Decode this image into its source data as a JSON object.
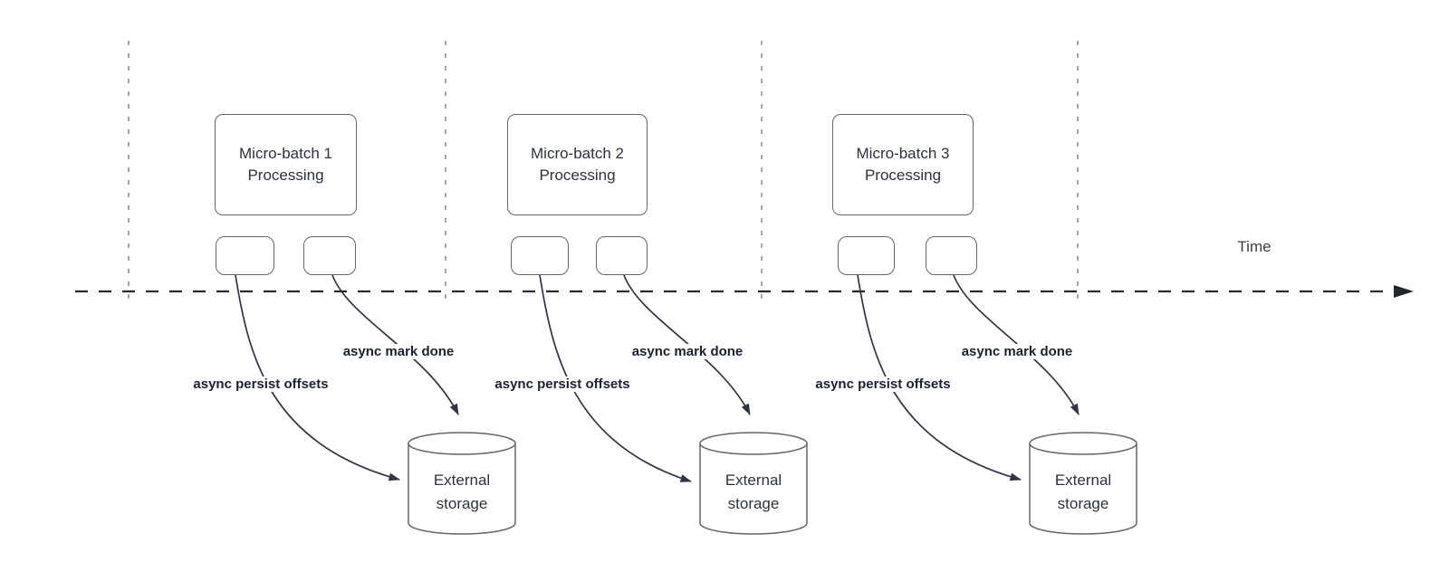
{
  "timeline": {
    "label": "Time"
  },
  "batches": [
    {
      "name_line1": "Micro-batch 1",
      "name_line2": "Processing",
      "persist_label": "async persist offsets",
      "done_label": "async mark done",
      "storage_line1": "External",
      "storage_line2": "storage"
    },
    {
      "name_line1": "Micro-batch 2",
      "name_line2": "Processing",
      "persist_label": "async persist offsets",
      "done_label": "async mark done",
      "storage_line1": "External",
      "storage_line2": "storage"
    },
    {
      "name_line1": "Micro-batch 3",
      "name_line2": "Processing",
      "persist_label": "async persist offsets",
      "done_label": "async mark done",
      "storage_line1": "External",
      "storage_line2": "storage"
    }
  ],
  "colors": {
    "arrow_line": "#2f3542",
    "timeline_line": "#23272e",
    "guide_line": "#a8a8a8",
    "shape_border": "#63666d",
    "text": "#2c323f",
    "label_text": "#1b2230"
  }
}
